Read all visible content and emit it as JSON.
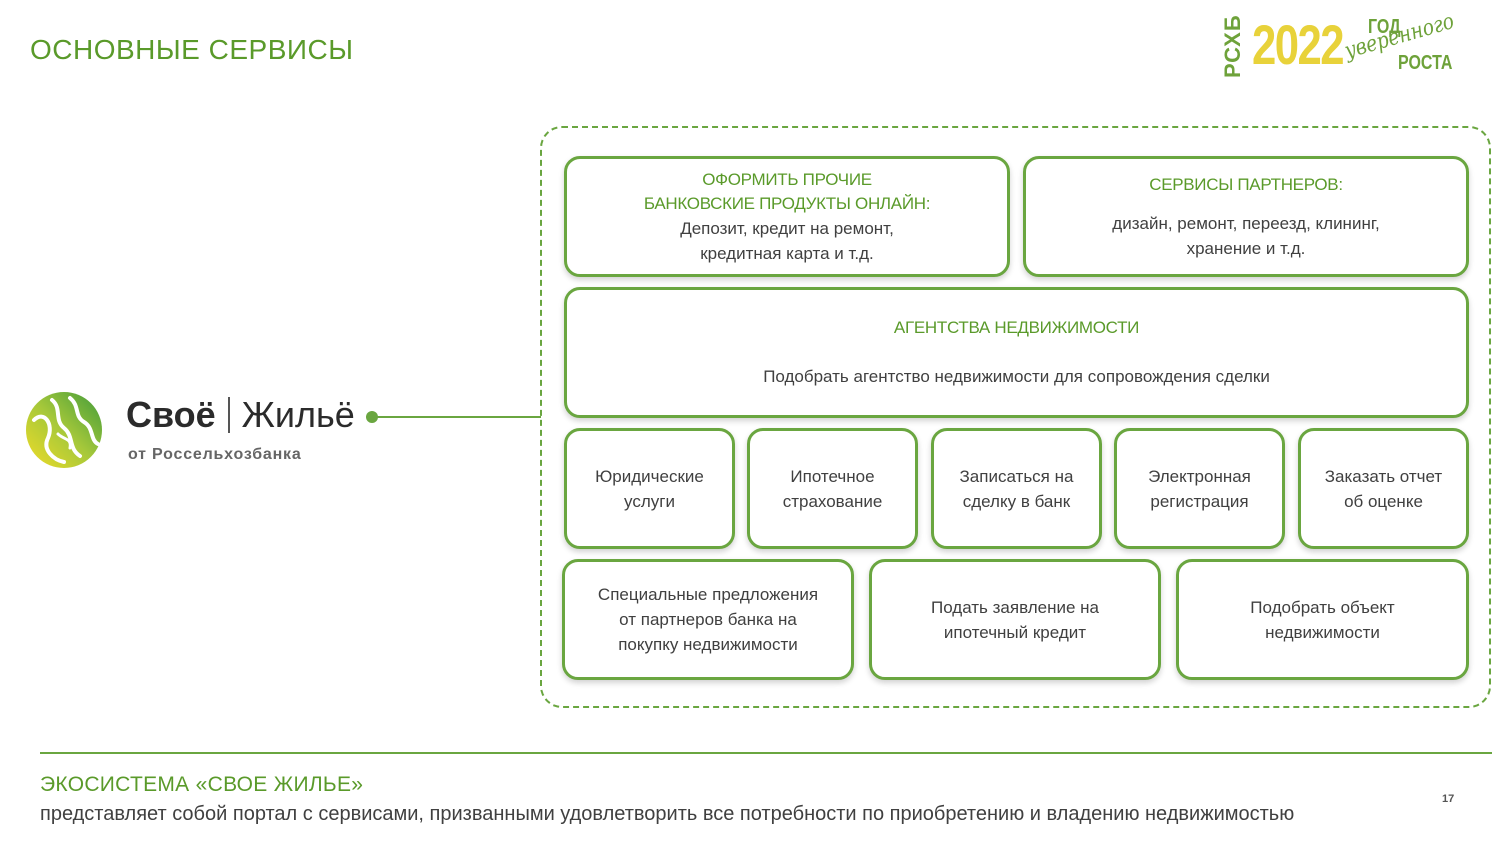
{
  "page": {
    "title": "ОСНОВНЫЕ СЕРВИСЫ",
    "number": "17"
  },
  "logo_2022": {
    "rshb": "РСХБ",
    "year": "2022",
    "god": "ГОД",
    "uverennogo": "уверенного",
    "rosta": "РОСТА"
  },
  "brand": {
    "name_part1": "Своё",
    "name_part2": "Жильё",
    "subtitle": "от Россельхозбанка"
  },
  "services": {
    "bank_products": {
      "heading": "ОФОРМИТЬ ПРОЧИЕ\nБАНКОВСКИЕ ПРОДУКТЫ ОНЛАЙН:",
      "text": "Депозит, кредит на ремонт,\nкредитная карта и т.д."
    },
    "partner_services": {
      "heading": "СЕРВИСЫ ПАРТНЕРОВ:",
      "text": "дизайн, ремонт, переезд, клининг,\nхранение и т.д."
    },
    "agencies": {
      "heading": "АГЕНТСТВА НЕДВИЖИМОСТИ",
      "text": "Подобрать агентство недвижимости для сопровождения сделки"
    },
    "row3": [
      "Юридические\nуслуги",
      "Ипотечное\nстрахование",
      "Записаться на\nсделку в банк",
      "Электронная\nрегистрация",
      "Заказать отчет\nоб оценке"
    ],
    "row4": [
      "Специальные предложения\nот партнеров банка на\nпокупку недвижимости",
      "Подать заявление на\nипотечный кредит",
      "Подобрать объект\nнедвижимости"
    ]
  },
  "footer": {
    "title": "ЭКОСИСТЕМА «СВОЕ ЖИЛЬЕ»",
    "description": "представляет собой портал с сервисами, призванными удовлетворить все потребности по приобретению и владению недвижимостью"
  },
  "colors": {
    "accent_green": "#6aa640",
    "title_green": "#5a9a2a",
    "year_yellow": "#e8d23a"
  }
}
